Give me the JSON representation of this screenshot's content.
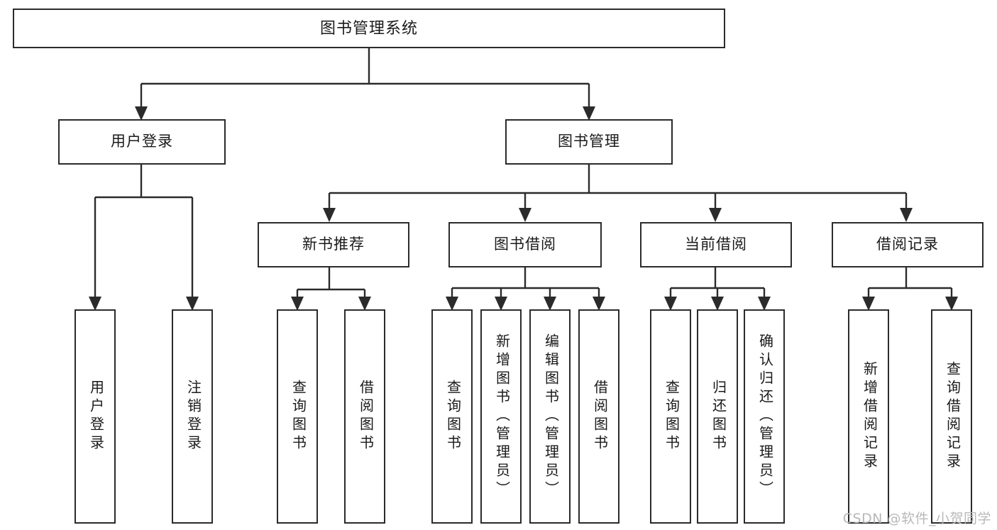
{
  "diagram": {
    "title": "图书管理系统",
    "watermark": "CSDN @软件_小贺同学",
    "line_color": "#2b2b2b",
    "box_fill": "#ffffff",
    "text_color": "#1a1a1a",
    "watermark_color": "#b8b8b8"
  },
  "nodes": {
    "root": {
      "label": "图书管理系统"
    },
    "level1": [
      {
        "label": "用户登录"
      },
      {
        "label": "图书管理"
      }
    ],
    "level2": [
      {
        "label": "新书推荐"
      },
      {
        "label": "图书借阅"
      },
      {
        "label": "当前借阅"
      },
      {
        "label": "借阅记录"
      }
    ],
    "leaves": {
      "user_login": [
        {
          "label": "用户登录"
        },
        {
          "label": "注销登录"
        }
      ],
      "new_book_recommend": [
        {
          "label": "查询图书"
        },
        {
          "label": "借阅图书"
        }
      ],
      "book_borrow": [
        {
          "label": "查询图书"
        },
        {
          "label": "新增图书（管理员）"
        },
        {
          "label": "编辑图书（管理员）"
        },
        {
          "label": "借阅图书"
        }
      ],
      "current_borrow": [
        {
          "label": "查询图书"
        },
        {
          "label": "归还图书"
        },
        {
          "label": "确认归还（管理员）"
        }
      ],
      "borrow_record": [
        {
          "label": "新增借阅记录"
        },
        {
          "label": "查询借阅记录"
        }
      ]
    }
  }
}
